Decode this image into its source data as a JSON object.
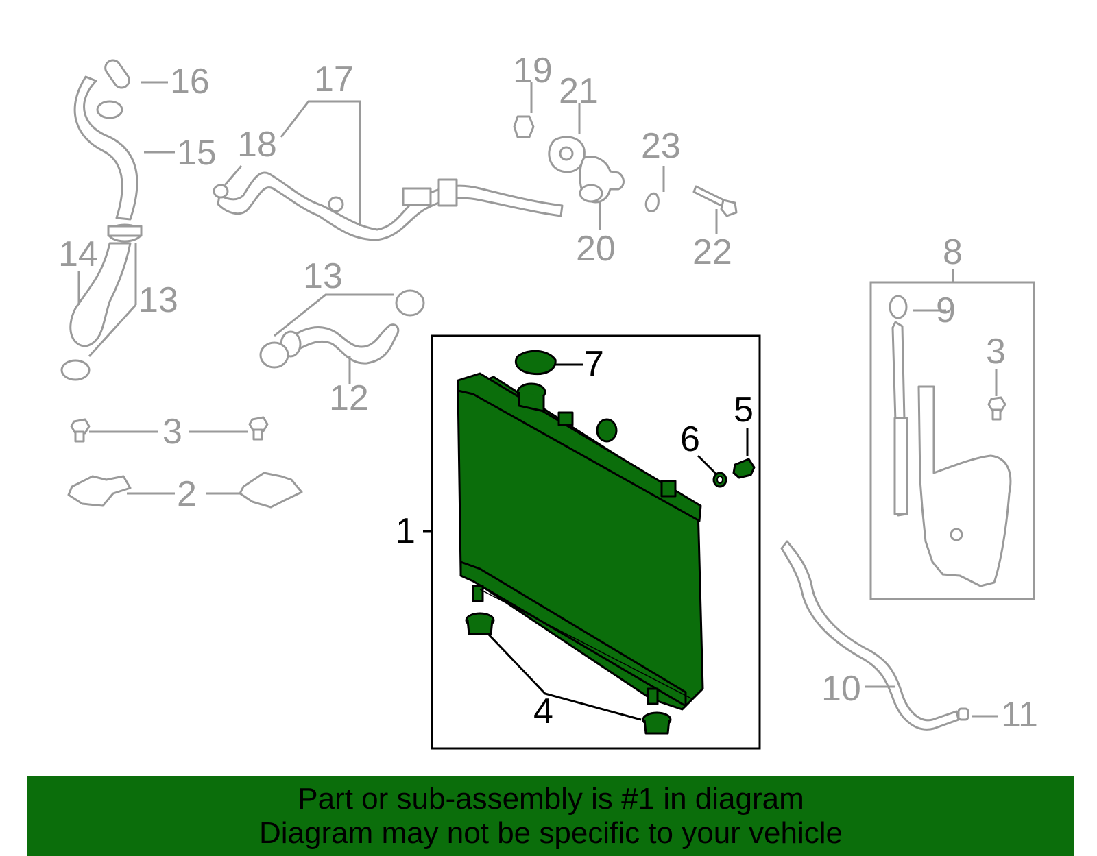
{
  "callouts": {
    "c1": "1",
    "c2": "2",
    "c3a": "3",
    "c3b": "3",
    "c4": "4",
    "c5": "5",
    "c6": "6",
    "c7": "7",
    "c8": "8",
    "c9": "9",
    "c10": "10",
    "c11": "11",
    "c12": "12",
    "c13a": "13",
    "c13b": "13",
    "c14": "14",
    "c15": "15",
    "c16": "16",
    "c17": "17",
    "c18": "18",
    "c19": "19",
    "c20": "20",
    "c21": "21",
    "c22": "22",
    "c23": "23"
  },
  "banner": {
    "line1": "Part or sub-assembly is #1 in diagram",
    "line2": "Diagram may not be specific to your vehicle"
  },
  "colors": {
    "highlight": "#0b6e0b",
    "gray_parts": "#9a9a9a",
    "banner_bg": "#0b6e0b"
  }
}
